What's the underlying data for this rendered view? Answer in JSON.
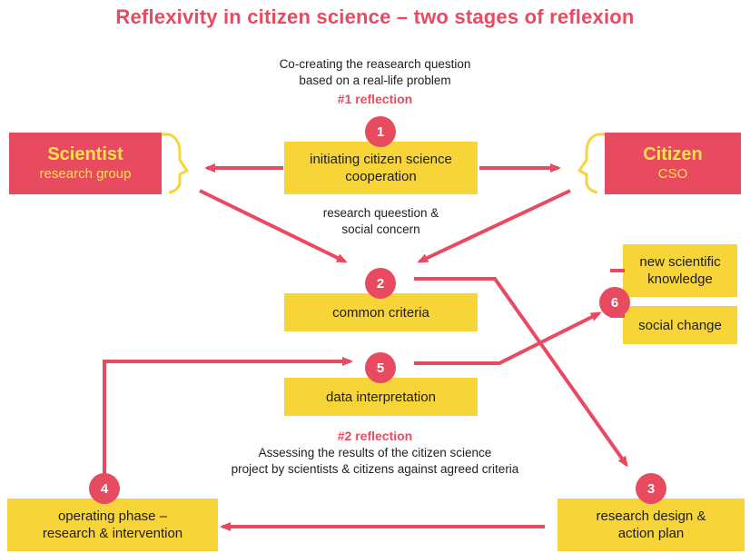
{
  "title": "Reflexivity in citizen science – two stages of reflexion",
  "top_caption": {
    "line1": "Co-creating the reasearch question",
    "line2": "based on a real-life problem",
    "reflection": "#1  reflection"
  },
  "scientist": {
    "title": "Scientist",
    "subtitle": "research group"
  },
  "citizen": {
    "title": "Citizen",
    "subtitle": "CSO"
  },
  "steps": {
    "s1": {
      "number": "1",
      "label_line1": "initiating citizen science",
      "label_line2": "cooperation"
    },
    "s2": {
      "number": "2",
      "label": "common criteria"
    },
    "s3": {
      "number": "3",
      "label_line1": "research design &",
      "label_line2": "action plan"
    },
    "s4": {
      "number": "4",
      "label_line1": "operating phase –",
      "label_line2": "research & intervention"
    },
    "s5": {
      "number": "5",
      "label": "data interpretation"
    },
    "s6": {
      "number": "6",
      "outcome1_line1": "new scientific",
      "outcome1_line2": "knowledge",
      "outcome2": "social change"
    }
  },
  "mid_caption": {
    "line1": "research queestion &",
    "line2": "social concern"
  },
  "bottom_caption": {
    "reflection": "#2  reflection",
    "line1": "Assessing the results of the citizen science",
    "line2": "project by scientists & citizens against agreed criteria"
  },
  "colors": {
    "accent": "#e84a5f",
    "box": "#f7d438",
    "text": "#1e1e1e"
  },
  "icons": {
    "head_profile": "head-profile-icon"
  }
}
